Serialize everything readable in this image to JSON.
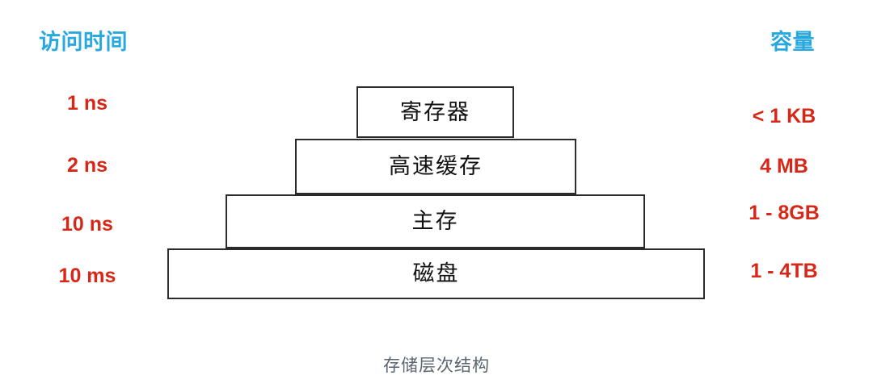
{
  "figure": {
    "caption": "存储层次结构",
    "caption_color": "#5a6470",
    "background_color": "#ffffff"
  },
  "headers": {
    "left": "访问时间",
    "right": "容量",
    "color": "#29a8e0"
  },
  "label_color_red": "#d72718",
  "box_border_color": "#2b2b2b",
  "tiers": [
    {
      "name": "register",
      "label": "寄存器",
      "access_time": "1 ns",
      "capacity": "< 1 KB"
    },
    {
      "name": "cache",
      "label": "高速缓存",
      "access_time": "2 ns",
      "capacity": "4 MB"
    },
    {
      "name": "main-memory",
      "label": "主存",
      "access_time": "10 ns",
      "capacity": "1 - 8GB"
    },
    {
      "name": "disk",
      "label": "磁盘",
      "access_time": "10 ms",
      "capacity": "1 - 4TB"
    }
  ]
}
